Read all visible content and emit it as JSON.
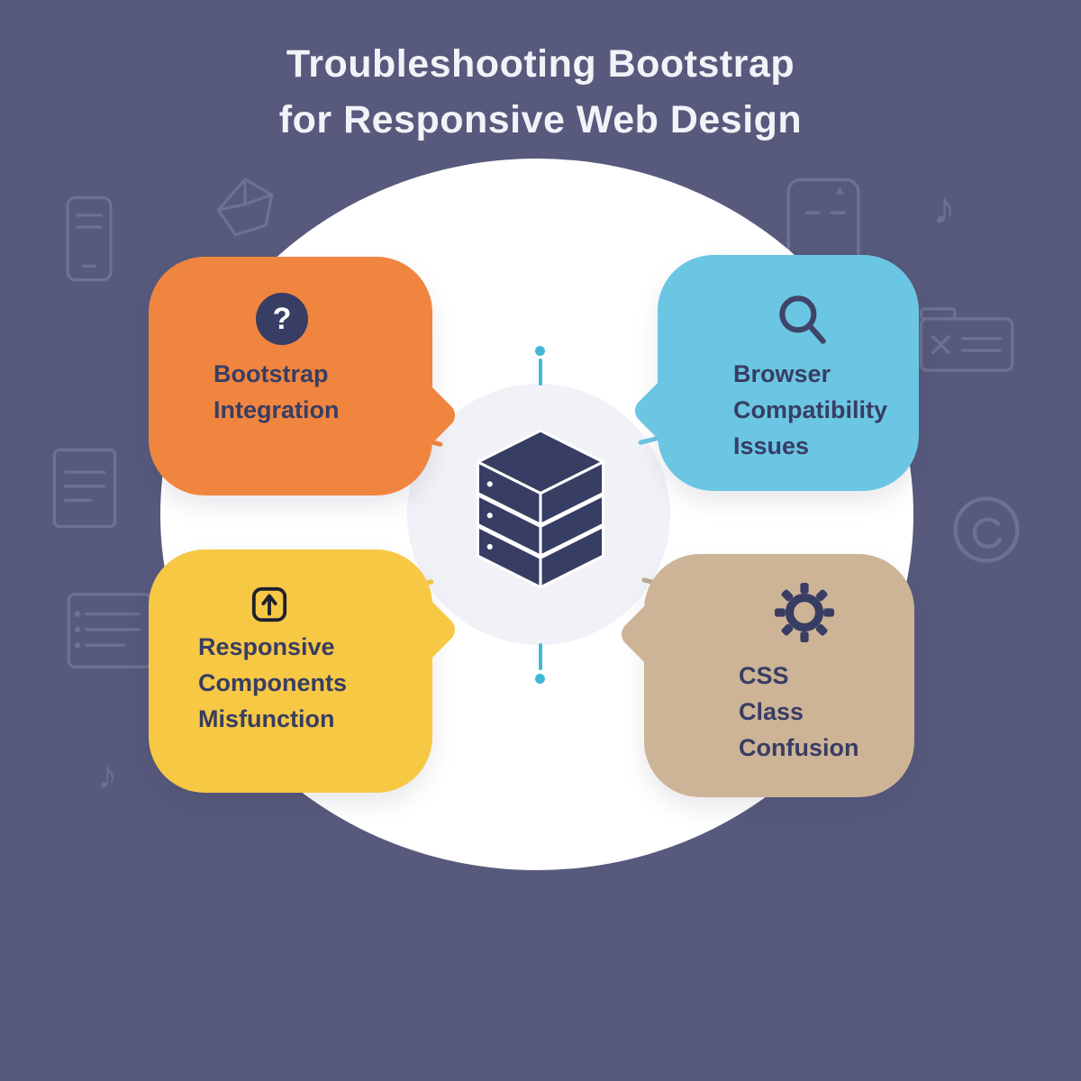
{
  "title": {
    "line1": "Troubleshooting Bootstrap",
    "line2": "for Responsive Web Design"
  },
  "glyphs": {
    "question_mark": "?",
    "music_note": "♪"
  },
  "center": {
    "icon": "server-stack-icon"
  },
  "cards": {
    "bootstrap_integration": {
      "icon": "question-mark-icon",
      "color": "#F0853F",
      "lines": [
        "Bootstrap",
        "Integration"
      ]
    },
    "browser_compatibility": {
      "icon": "magnifier-icon",
      "color": "#6BC6E3",
      "lines": [
        "Browser",
        "Compatibility",
        "Issues"
      ]
    },
    "responsive_components": {
      "icon": "arrow-up-box-icon",
      "color": "#F6C844",
      "lines": [
        "Responsive",
        "Components",
        "Misfunction"
      ]
    },
    "css_class_confusion": {
      "icon": "gear-icon",
      "color": "#CDB497",
      "lines": [
        "CSS",
        "Class",
        "Confusion"
      ]
    }
  },
  "colors": {
    "background": "#575A7C",
    "circle": "#FFFFFF",
    "navy": "#383D63",
    "teal": "#42B7D8",
    "orange": "#F0853F",
    "blue": "#6BC6E3",
    "yellow": "#F6C844",
    "tan": "#CDB497"
  },
  "background_doodles": [
    "smartphone-icon",
    "cube-icon",
    "phone-face-icon",
    "music-note-icon",
    "folder-x-icon",
    "document-icon",
    "smiley-icon",
    "list-document-icon",
    "music-note-icon"
  ]
}
